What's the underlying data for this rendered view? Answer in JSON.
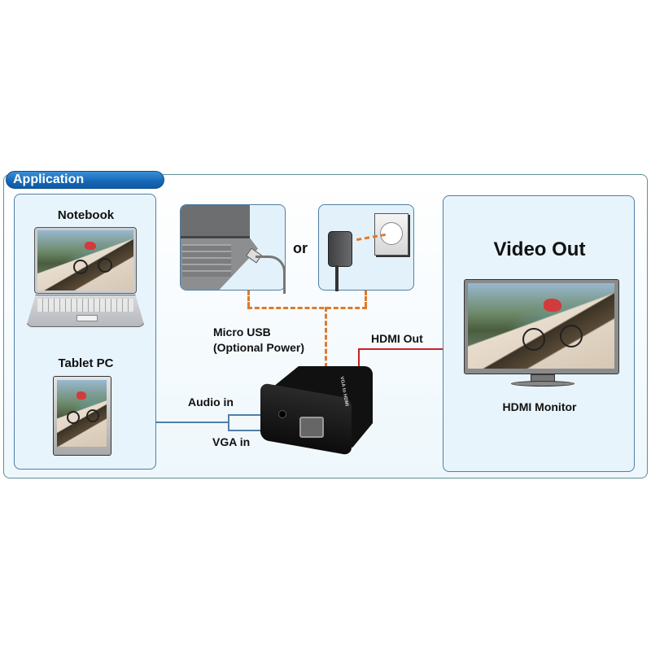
{
  "header": {
    "tab_label": "Application"
  },
  "sources": {
    "notebook_label": "Notebook",
    "tablet_label": "Tablet PC"
  },
  "power": {
    "or_label": "or",
    "micro_usb_label": "Micro USB",
    "optional_power_label": "(Optional Power)"
  },
  "connections": {
    "audio_in_label": "Audio in",
    "vga_in_label": "VGA in",
    "hdmi_out_label": "HDMI Out"
  },
  "device": {
    "label": "VGA to HDMI"
  },
  "output": {
    "title": "Video Out",
    "monitor_label": "HDMI Monitor"
  },
  "colors": {
    "tab_blue": "#1466b5",
    "panel_border": "#4f7fa6",
    "panel_fill": "#e7f4fb",
    "power_dashed": "#e07a2a",
    "hdmi_line": "#c8202a",
    "signal_line": "#4f7fa6"
  }
}
